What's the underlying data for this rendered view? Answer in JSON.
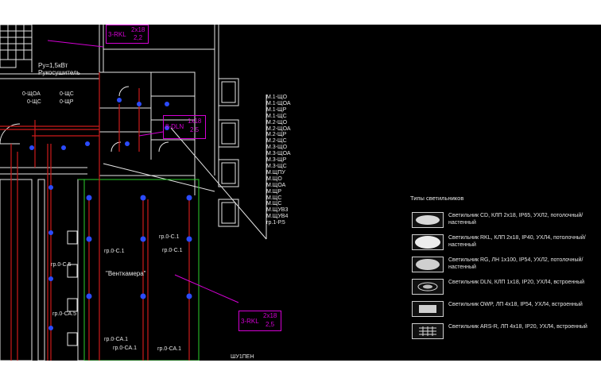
{
  "room_tags": [
    {
      "code": "3-RKL",
      "formula": "2x18",
      "value": "2,2"
    },
    {
      "code": "8-DLN",
      "formula": "1x18",
      "value": "2,5"
    },
    {
      "code": "3-RKL",
      "formula": "2x18",
      "value": "2,5"
    }
  ],
  "dryer_note": {
    "power": "Pу=1,5кВт",
    "name": "Рукосушитель"
  },
  "switch_labels": [
    "0-ЩОА",
    "0-ЩС",
    "0-ЩС",
    "0-ЩР"
  ],
  "group_labels": [
    "гр.0-С.1",
    "гр.0-С.1",
    "гр.0-С.1",
    "гр.0-С.5",
    "гр.0-СА.5",
    "гр.0-СА.1",
    "гр.0-СА.1",
    "гр.0-СА.1"
  ],
  "room_name": "\"Венткамера\"",
  "bottom_label": "ШУ1ПЕН",
  "circuit_list": [
    "М.1-ЩО",
    "М.1-ЩОА",
    "М.1-ЩР",
    "М.1-ЩС",
    "М.2-ЩО",
    "М.2-ЩОА",
    "М.2-ЩР",
    "М.2-ЩС",
    "М.3-ЩО",
    "М.3-ЩОА",
    "М.3-ЩР",
    "М.3-ЩС",
    "М.ЩПУ",
    "М.ЩО",
    "М.ЩОА",
    "М.ЩР",
    "М.ЩС",
    "М.ЩС",
    "М.ЩУВ3",
    "М.ЩУВ4",
    "гр.1-Р.5"
  ],
  "legend": {
    "title": "Типы светильников",
    "items": [
      {
        "text": "Светильник CD, КЛП 2х18, IP65, УХЛ2, потолочный/настенный",
        "icon": "oval-lamp-icon"
      },
      {
        "text": "Светильник RKL, КЛП 2х18, IP40, УХЛ4, потолочный/настенный",
        "icon": "round-lamp-icon"
      },
      {
        "text": "Светильник RG, ЛН 1х100, IP54, УХЛ2, потолочный/настенный",
        "icon": "oval-lamp-icon"
      },
      {
        "text": "Светильник DLN, КЛП 1х18, IP20, УХЛ4, встроенный",
        "icon": "downlight-icon"
      },
      {
        "text": "Светильник OWP, ЛП 4х18, IP54, УХЛ4, встроенный",
        "icon": "panel-lamp-icon"
      },
      {
        "text": "Светильник ARS-R, ЛП 4х18, IP20, УХЛ4, встроенный",
        "icon": "grid-lamp-icon"
      }
    ]
  },
  "colors": {
    "background": "#000000",
    "wall": "#e6e6e6",
    "cable": "#cc1a1a",
    "tag": "#d400d4",
    "fixture": "#2b4bff",
    "room": "#2bd02b"
  }
}
